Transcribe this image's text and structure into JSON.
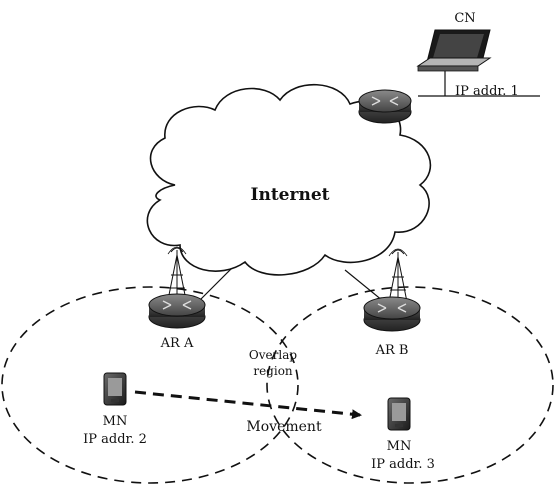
{
  "cloud": {
    "label": "Internet"
  },
  "cn": {
    "name": "CN",
    "ip": "IP addr. 1"
  },
  "routers": {
    "a": {
      "label": "AR A"
    },
    "b": {
      "label": "AR B"
    }
  },
  "overlap": {
    "line1": "Overlap",
    "line2": "region"
  },
  "movement": {
    "label": "Movement"
  },
  "mn_left": {
    "name": "MN",
    "ip": "IP addr. 2"
  },
  "mn_right": {
    "name": "MN",
    "ip": "IP addr. 3"
  }
}
